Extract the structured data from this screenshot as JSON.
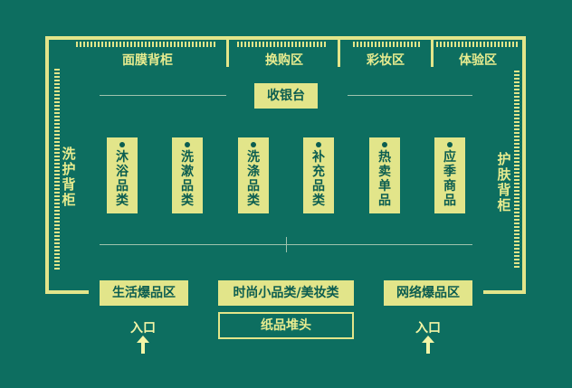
{
  "top_zones": [
    "面膜背柜",
    "换购区",
    "彩妆区",
    "体验区"
  ],
  "left_wall": "洗护背柜",
  "right_wall": "护肤背柜",
  "checkout": "收银台",
  "shelves": [
    "沐浴品类",
    "洗漱品类",
    "洗涤品类",
    "补充品类",
    "热卖单品",
    "应季商品"
  ],
  "bottom_zones": [
    "生活爆品区",
    "时尚小品类/美妆类",
    "网络爆品区"
  ],
  "paper_endcap": "纸品堆头",
  "entrances": [
    "入口",
    "入口"
  ],
  "colors": {
    "background": "#0d6e60",
    "accent": "#e2e58a",
    "text_dark": "#0b5d50"
  }
}
